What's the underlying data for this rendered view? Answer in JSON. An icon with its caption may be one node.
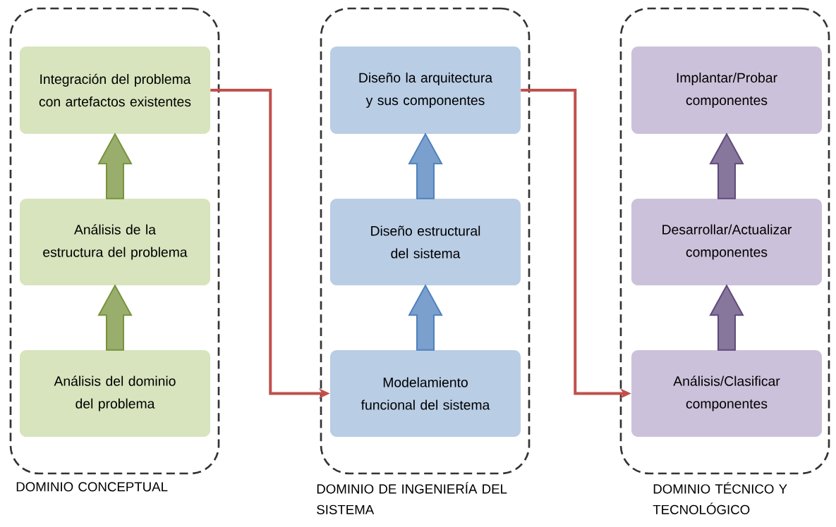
{
  "diagram": {
    "nodes": [
      {
        "text": [
          "DOMINIO CONCEPTUAL"
        ]
      },
      {
        "text": [
          "Integración del problema con artefactos existentes"
        ],
        "in": 0
      },
      {
        "text": [
          "Análisis de la estructura del problema"
        ],
        "in": 0
      },
      {
        "text": [
          "Análisis del dominio del problema"
        ],
        "in": 0
      },
      {
        "text": [
          "DOMINIO DE INGENIERÍA DEL SISTEMA"
        ]
      },
      {
        "text": [
          "Diseño la arquitectura y sus componentes"
        ],
        "in": 4
      },
      {
        "text": [
          "Diseño estructural del sistema"
        ],
        "in": 4
      },
      {
        "text": [
          "Modelamiento funcional del sistema"
        ],
        "in": 4
      },
      {
        "text": [
          "DOMINIO TÉCNICO Y TECNOLÓGICO"
        ]
      },
      {
        "text": [
          "Implantar/Probar componentes"
        ],
        "in": 8
      },
      {
        "text": [
          "Desarrollar/Actualizar componentes"
        ],
        "in": 8
      },
      {
        "text": [
          "Análisis/Clasificar componentes"
        ],
        "in": 8
      }
    ],
    "edges": [
      {
        "from": 3,
        "to": 2,
        "arrow": "to",
        "style": "thick",
        "color": "#77933c"
      },
      {
        "from": 2,
        "to": 1,
        "arrow": "to",
        "style": "thick",
        "color": "#77933c"
      },
      {
        "from": 7,
        "to": 6,
        "arrow": "to",
        "style": "thick",
        "color": "#4f81bd"
      },
      {
        "from": 6,
        "to": 5,
        "arrow": "to",
        "style": "thick",
        "color": "#4f81bd"
      },
      {
        "from": 11,
        "to": 10,
        "arrow": "to",
        "style": "thick",
        "color": "#604a7b"
      },
      {
        "from": 10,
        "to": 9,
        "arrow": "to",
        "style": "thick",
        "color": "#604a7b"
      },
      {
        "from": 1,
        "to": 7,
        "arrow": "to",
        "color": "#c0504d"
      },
      {
        "from": 5,
        "to": 11,
        "arrow": "to",
        "color": "#c0504d"
      }
    ]
  }
}
